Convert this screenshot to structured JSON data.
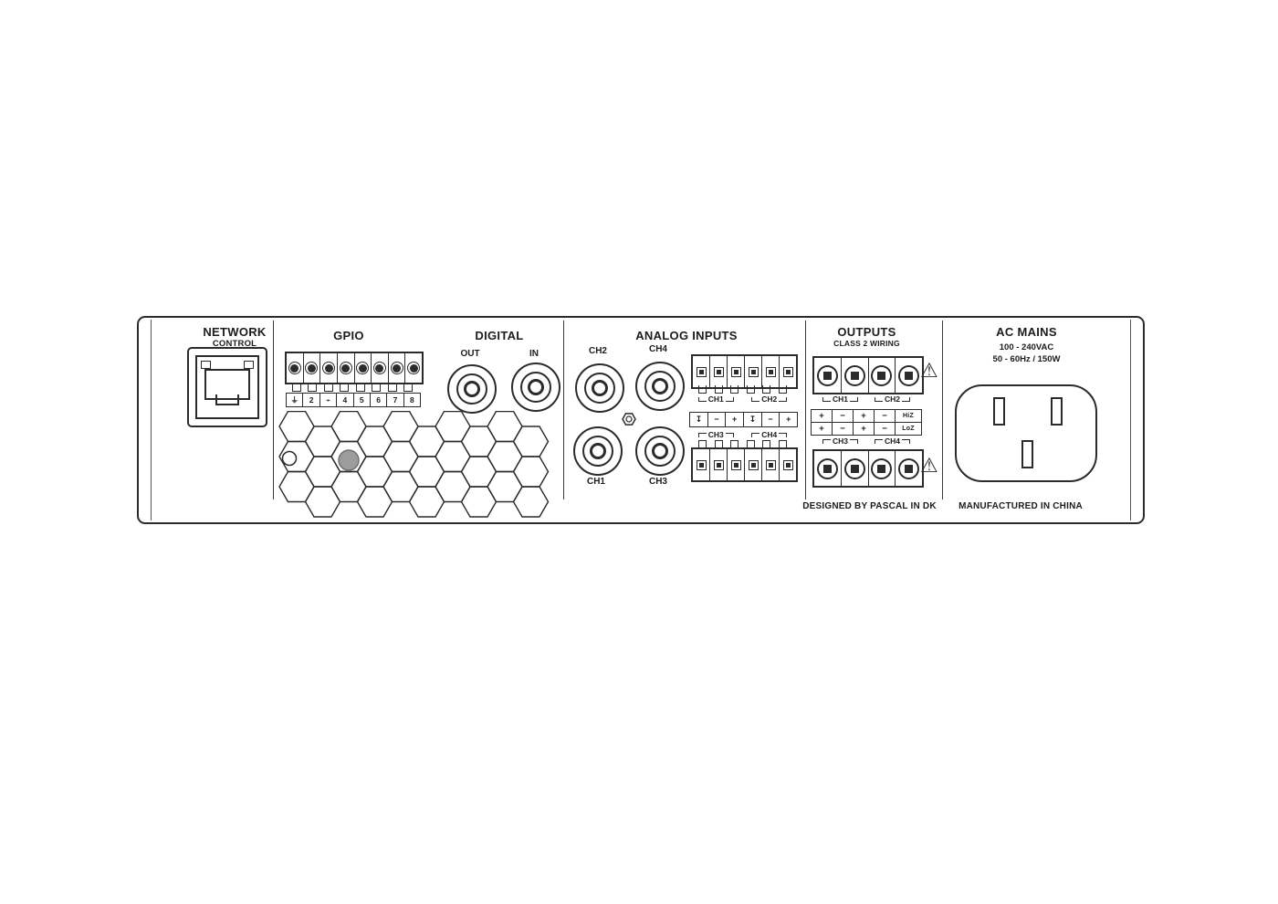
{
  "colors": {
    "outline": "#2b2b2b",
    "vent_dot": "#9c9c9c"
  },
  "network": {
    "title": "NETWORK",
    "subtitle": "CONTROL"
  },
  "gpio": {
    "title": "GPIO",
    "pins": [
      "⏚",
      "2",
      "⌁",
      "4",
      "5",
      "6",
      "7",
      "8"
    ]
  },
  "digital": {
    "title": "DIGITAL",
    "out_label": "OUT",
    "in_label": "IN"
  },
  "analog": {
    "title": "ANALOG INPUTS",
    "rca_labels": [
      "CH2",
      "CH4",
      "CH1",
      "CH3"
    ],
    "top_channels": [
      "CH1",
      "CH2"
    ],
    "bottom_channels": [
      "CH3",
      "CH4"
    ],
    "polarity": [
      "↧",
      "−",
      "+",
      "↧",
      "−",
      "+"
    ]
  },
  "outputs": {
    "title": "OUTPUTS",
    "subtitle": "CLASS 2 WIRING",
    "top_channels": [
      "CH1",
      "CH2"
    ],
    "bottom_channels": [
      "CH3",
      "CH4"
    ],
    "matrix": [
      [
        "+",
        "−",
        "+",
        "−"
      ],
      [
        "+",
        "−",
        "+",
        "−"
      ]
    ],
    "impedance": [
      "HiZ",
      "LoZ"
    ]
  },
  "ac": {
    "title": "AC MAINS",
    "line1": "100 - 240VAC",
    "line2": "50 - 60Hz / 150W"
  },
  "footer": {
    "designed": "DESIGNED BY PASCAL IN DK",
    "manufactured": "MANUFACTURED IN CHINA"
  },
  "icons": {
    "warning": "⚠"
  }
}
